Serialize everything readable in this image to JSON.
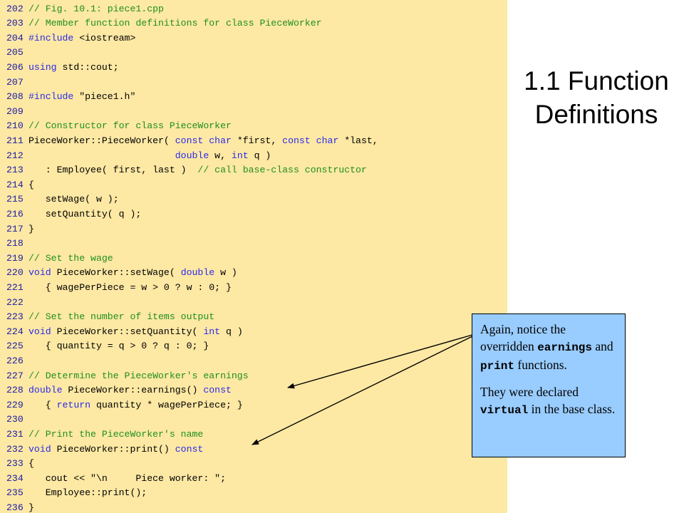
{
  "title": {
    "line1": "1.1 Function",
    "line2": "Definitions"
  },
  "code": [
    {
      "n": "202",
      "tokens": [
        {
          "t": "// Fig. 10.1: piece1.cpp",
          "k": "comment"
        }
      ]
    },
    {
      "n": "203",
      "tokens": [
        {
          "t": "// Member function definitions for class PieceWorker",
          "k": "comment"
        }
      ]
    },
    {
      "n": "204",
      "tokens": [
        {
          "t": "#include",
          "k": "kw"
        },
        {
          "t": " <iostream>",
          "k": "text"
        }
      ]
    },
    {
      "n": "205",
      "tokens": []
    },
    {
      "n": "206",
      "tokens": [
        {
          "t": "using",
          "k": "kw"
        },
        {
          "t": " std::cout;",
          "k": "text"
        }
      ]
    },
    {
      "n": "207",
      "tokens": []
    },
    {
      "n": "208",
      "tokens": [
        {
          "t": "#include",
          "k": "kw"
        },
        {
          "t": " \"piece1.h\"",
          "k": "text"
        }
      ]
    },
    {
      "n": "209",
      "tokens": []
    },
    {
      "n": "210",
      "tokens": [
        {
          "t": "// Constructor for class PieceWorker",
          "k": "comment"
        }
      ]
    },
    {
      "n": "211",
      "tokens": [
        {
          "t": "PieceWorker::PieceWorker( ",
          "k": "text"
        },
        {
          "t": "const",
          "k": "kw"
        },
        {
          "t": " ",
          "k": "text"
        },
        {
          "t": "char",
          "k": "kw"
        },
        {
          "t": " *first, ",
          "k": "text"
        },
        {
          "t": "const",
          "k": "kw"
        },
        {
          "t": " ",
          "k": "text"
        },
        {
          "t": "char",
          "k": "kw"
        },
        {
          "t": " *last,",
          "k": "text"
        }
      ]
    },
    {
      "n": "212",
      "tokens": [
        {
          "t": "                          ",
          "k": "text"
        },
        {
          "t": "double",
          "k": "kw"
        },
        {
          "t": " w, ",
          "k": "text"
        },
        {
          "t": "int",
          "k": "kw"
        },
        {
          "t": " q )",
          "k": "text"
        }
      ]
    },
    {
      "n": "213",
      "tokens": [
        {
          "t": "   : Employee( first, last )  ",
          "k": "text"
        },
        {
          "t": "// call base-class constructor",
          "k": "comment"
        }
      ]
    },
    {
      "n": "214",
      "tokens": [
        {
          "t": "{",
          "k": "text"
        }
      ]
    },
    {
      "n": "215",
      "tokens": [
        {
          "t": "   setWage( w );",
          "k": "text"
        }
      ]
    },
    {
      "n": "216",
      "tokens": [
        {
          "t": "   setQuantity( q );",
          "k": "text"
        }
      ]
    },
    {
      "n": "217",
      "tokens": [
        {
          "t": "}",
          "k": "text"
        }
      ]
    },
    {
      "n": "218",
      "tokens": []
    },
    {
      "n": "219",
      "tokens": [
        {
          "t": "// Set the wage",
          "k": "comment"
        }
      ]
    },
    {
      "n": "220",
      "tokens": [
        {
          "t": "void",
          "k": "kw"
        },
        {
          "t": " PieceWorker::setWage( ",
          "k": "text"
        },
        {
          "t": "double",
          "k": "kw"
        },
        {
          "t": " w )",
          "k": "text"
        }
      ]
    },
    {
      "n": "221",
      "tokens": [
        {
          "t": "   { wagePerPiece = w > 0 ? w : 0; }",
          "k": "text"
        }
      ]
    },
    {
      "n": "222",
      "tokens": []
    },
    {
      "n": "223",
      "tokens": [
        {
          "t": "// Set the number of items output",
          "k": "comment"
        }
      ]
    },
    {
      "n": "224",
      "tokens": [
        {
          "t": "void",
          "k": "kw"
        },
        {
          "t": " PieceWorker::setQuantity( ",
          "k": "text"
        },
        {
          "t": "int",
          "k": "kw"
        },
        {
          "t": " q )",
          "k": "text"
        }
      ]
    },
    {
      "n": "225",
      "tokens": [
        {
          "t": "   { quantity = q > 0 ? q : 0; }",
          "k": "text"
        }
      ]
    },
    {
      "n": "226",
      "tokens": []
    },
    {
      "n": "227",
      "tokens": [
        {
          "t": "// Determine the PieceWorker's earnings",
          "k": "comment"
        }
      ]
    },
    {
      "n": "228",
      "tokens": [
        {
          "t": "double",
          "k": "kw"
        },
        {
          "t": " PieceWorker::earnings() ",
          "k": "text"
        },
        {
          "t": "const",
          "k": "kw"
        }
      ]
    },
    {
      "n": "229",
      "tokens": [
        {
          "t": "   { ",
          "k": "text"
        },
        {
          "t": "return",
          "k": "kw"
        },
        {
          "t": " quantity * wagePerPiece; }",
          "k": "text"
        }
      ]
    },
    {
      "n": "230",
      "tokens": []
    },
    {
      "n": "231",
      "tokens": [
        {
          "t": "// Print the PieceWorker's name",
          "k": "comment"
        }
      ]
    },
    {
      "n": "232",
      "tokens": [
        {
          "t": "void",
          "k": "kw"
        },
        {
          "t": " PieceWorker::print() ",
          "k": "text"
        },
        {
          "t": "const",
          "k": "kw"
        }
      ]
    },
    {
      "n": "233",
      "tokens": [
        {
          "t": "{",
          "k": "text"
        }
      ]
    },
    {
      "n": "234",
      "tokens": [
        {
          "t": "   cout << \"\\n     Piece worker: \";",
          "k": "text"
        }
      ]
    },
    {
      "n": "235",
      "tokens": [
        {
          "t": "   Employee::print();",
          "k": "text"
        }
      ]
    },
    {
      "n": "236",
      "tokens": [
        {
          "t": "}",
          "k": "text"
        }
      ]
    }
  ],
  "callout": {
    "p1_a": "Again, notice the overridden ",
    "p1_code1": "earnings",
    "p1_b": " and ",
    "p1_code2": "print",
    "p1_c": " functions.",
    "p2_a": "They were declared ",
    "p2_code": "virtual",
    "p2_b": " in the base class."
  },
  "colors": {
    "code_background": "#fde8a4",
    "keyword": "#2a2ae8",
    "comment": "#1f8f1f",
    "line_number": "#1a1aa6",
    "callout_background": "#99ccff"
  }
}
